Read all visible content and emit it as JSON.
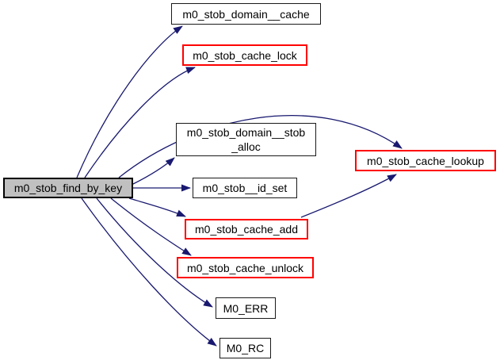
{
  "diagram": {
    "type": "call-graph",
    "colors": {
      "edge": "#191970",
      "node_border": "#000000",
      "highlight_border": "#ff0000",
      "focus_fill": "#c0c0c0",
      "background": "#ffffff",
      "text": "#000000"
    },
    "nodes": {
      "find_by_key": {
        "label": "m0_stob_find_by_key",
        "style": "focus"
      },
      "domain_cache": {
        "label": "m0_stob_domain__cache",
        "style": "normal"
      },
      "cache_lock": {
        "label": "m0_stob_cache_lock",
        "style": "highlight"
      },
      "domain_stob_alloc": {
        "label": "m0_stob_domain__stob_alloc",
        "line1": "m0_stob_domain__stob",
        "line2": "_alloc",
        "style": "normal"
      },
      "id_set": {
        "label": "m0_stob__id_set",
        "style": "normal"
      },
      "cache_add": {
        "label": "m0_stob_cache_add",
        "style": "highlight"
      },
      "cache_unlock": {
        "label": "m0_stob_cache_unlock",
        "style": "highlight"
      },
      "m0_err": {
        "label": "M0_ERR",
        "style": "normal"
      },
      "m0_rc": {
        "label": "M0_RC",
        "style": "normal"
      },
      "cache_lookup": {
        "label": "m0_stob_cache_lookup",
        "style": "highlight"
      }
    },
    "edges": [
      {
        "from": "m0_stob_find_by_key",
        "to": "m0_stob_domain__cache"
      },
      {
        "from": "m0_stob_find_by_key",
        "to": "m0_stob_cache_lock"
      },
      {
        "from": "m0_stob_find_by_key",
        "to": "m0_stob_cache_lookup"
      },
      {
        "from": "m0_stob_find_by_key",
        "to": "m0_stob_domain__stob_alloc"
      },
      {
        "from": "m0_stob_find_by_key",
        "to": "m0_stob__id_set"
      },
      {
        "from": "m0_stob_find_by_key",
        "to": "m0_stob_cache_add"
      },
      {
        "from": "m0_stob_find_by_key",
        "to": "m0_stob_cache_unlock"
      },
      {
        "from": "m0_stob_find_by_key",
        "to": "M0_ERR"
      },
      {
        "from": "m0_stob_find_by_key",
        "to": "M0_RC"
      },
      {
        "from": "m0_stob_cache_add",
        "to": "m0_stob_cache_lookup"
      }
    ]
  }
}
